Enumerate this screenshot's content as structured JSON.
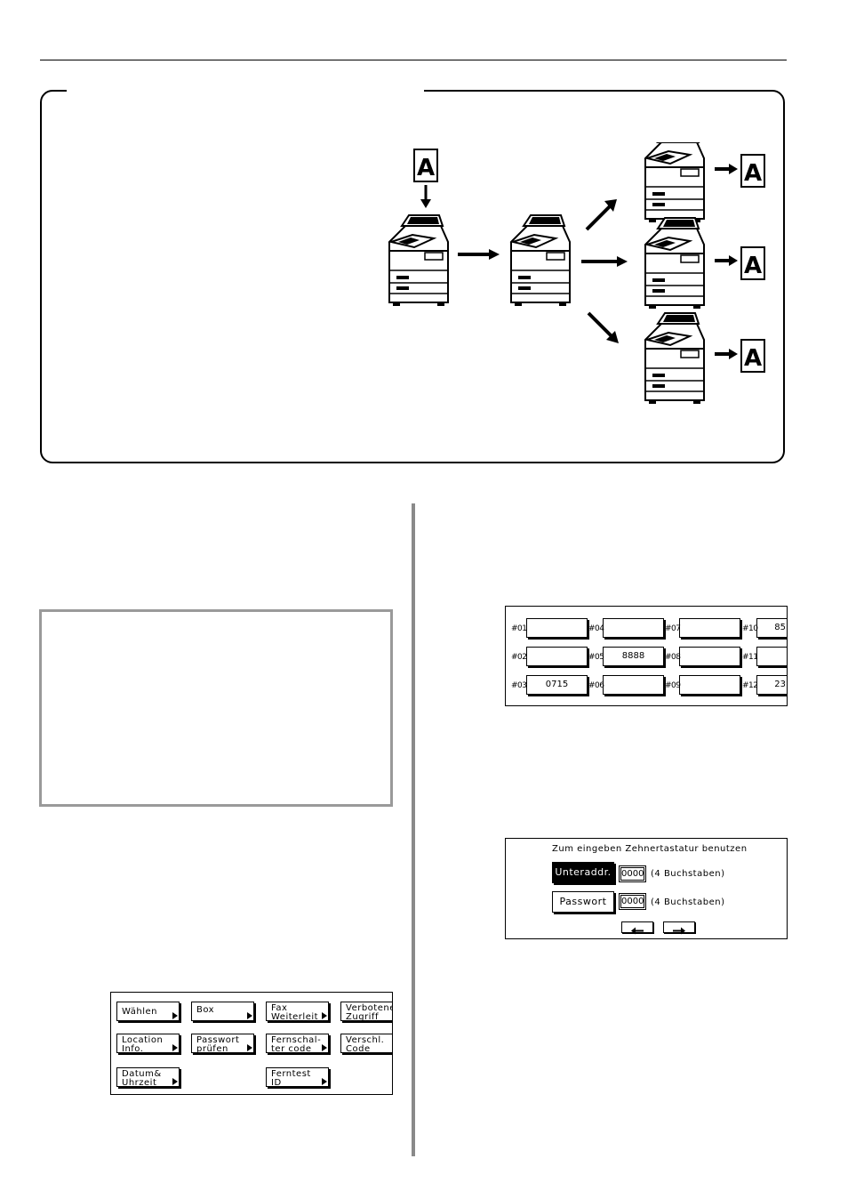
{
  "illustration": {
    "doc_letter": "A"
  },
  "menu_screen": {
    "buttons": [
      {
        "label": "Wählen"
      },
      {
        "label": "Box"
      },
      {
        "label": "Fax\nWeiterleit"
      },
      {
        "label": "Verbotene\nZugriff"
      },
      {
        "label": "Location\nInfo."
      },
      {
        "label": "Passwort\nprüfen"
      },
      {
        "label": "Fernschal-\nter code"
      },
      {
        "label": "Verschl.\nCode"
      },
      {
        "label": "Datum&\nUhrzeit"
      },
      {
        "label": "Ferntest\nID"
      }
    ]
  },
  "code_grid": {
    "slots": [
      {
        "label": "#01",
        "value": ""
      },
      {
        "label": "#02",
        "value": ""
      },
      {
        "label": "#03",
        "value": "0715"
      },
      {
        "label": "#04",
        "value": ""
      },
      {
        "label": "#05",
        "value": "8888"
      },
      {
        "label": "#06",
        "value": ""
      },
      {
        "label": "#07",
        "value": ""
      },
      {
        "label": "#08",
        "value": ""
      },
      {
        "label": "#09",
        "value": ""
      },
      {
        "label": "#10",
        "value": "85"
      },
      {
        "label": "#11",
        "value": ""
      },
      {
        "label": "#12",
        "value": "23"
      }
    ]
  },
  "subaddress_screen": {
    "instruction": "Zum eingeben Zehnertastatur benutzen",
    "subaddr_button": "Unteraddr.",
    "subaddr_value": "0000",
    "subaddr_hint": "(4 Buchstaben)",
    "password_button": "Passwort",
    "password_value": "0000",
    "password_hint": "(4 Buchstaben)"
  }
}
